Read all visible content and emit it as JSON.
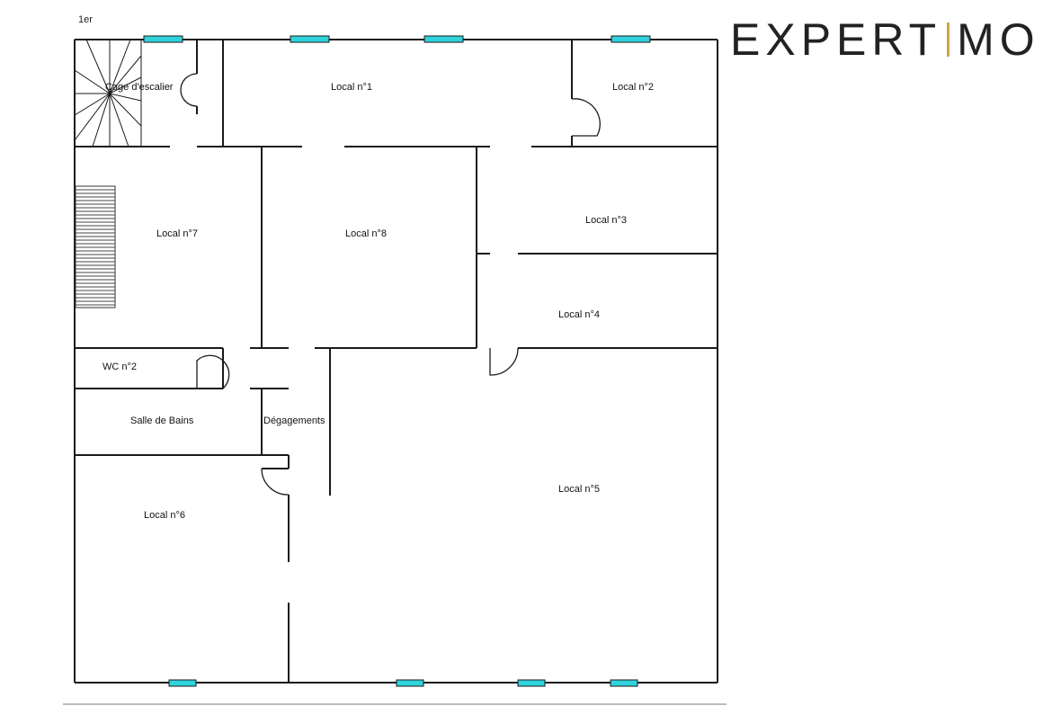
{
  "floor_label": "1er",
  "logo": {
    "left": "EXPERT",
    "right": "MO",
    "accent_color": "#c9a84a"
  },
  "rooms": {
    "cage_escalier": "Cage d'escalier",
    "local1": "Local n°1",
    "local2": "Local n°2",
    "local3": "Local n°3",
    "local4": "Local n°4",
    "local5": "Local n°5",
    "local6": "Local n°6",
    "local7": "Local n°7",
    "local8": "Local n°8",
    "wc2": "WC n°2",
    "salle_de_bains": "Salle de Bains",
    "degagements": "Dégagements"
  },
  "colors": {
    "window": "#2fd3dc",
    "wall": "#1a1a1a"
  }
}
